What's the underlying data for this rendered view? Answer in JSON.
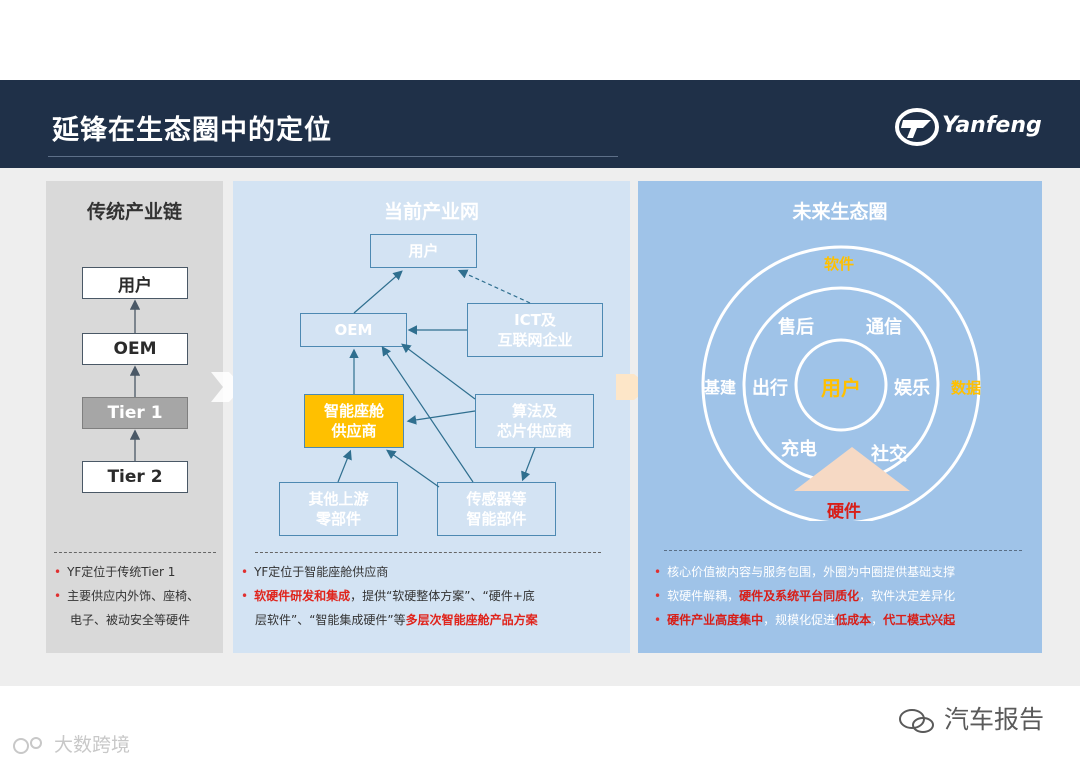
{
  "header": {
    "title": "延锋在生态圈中的定位",
    "logo_text": "Yanfeng"
  },
  "traditional": {
    "heading": "传统产业链",
    "chain": [
      "用户",
      "OEM",
      "Tier 1",
      "Tier 2"
    ],
    "bullets": [
      "YF定位于传统Tier 1",
      "主要供应内外饰、座椅、",
      "电子、被动安全等硬件"
    ]
  },
  "current": {
    "heading": "当前产业网",
    "nodes": {
      "user": "用户",
      "oem": "OEM",
      "ict_line1": "ICT及",
      "ict_line2": "互联网企业",
      "cockpit_line1": "智能座舱",
      "cockpit_line2": "供应商",
      "algo_line1": "算法及",
      "algo_line2": "芯片供应商",
      "upstream_line1": "其他上游",
      "upstream_line2": "零部件",
      "sensor_line1": "传感器等",
      "sensor_line2": "智能部件"
    },
    "bullet1": "YF定位于智能座舱供应商",
    "bullet2_red1": "软硬件研发和集成",
    "bullet2_text1": "，提供“软硬整体方案”、“硬件+底",
    "bullet2_text2": "层软件”、“智能集成硬件”等",
    "bullet2_red2": "多层次智能座舱产品方案"
  },
  "future": {
    "heading": "未来生态圈",
    "center": "用户",
    "inner_labels": [
      "售后",
      "通信",
      "出行",
      "娱乐",
      "充电",
      "社交"
    ],
    "outer_labels": {
      "top": "软件",
      "left": "基建",
      "right": "数据"
    },
    "hardware": "硬件",
    "bullet1": "核心价值被内容与服务包围，外圈为中圈提供基础支撑",
    "bullet2_text1": "软硬件解耦，",
    "bullet2_red": "硬件及系统平台同质化",
    "bullet2_text2": "，软件决定差异化",
    "bullet3_red1": "硬件产业高度集中",
    "bullet3_text1": "，规模化促进",
    "bullet3_red2": "低成本",
    "bullet3_text2": "，",
    "bullet3_red3": "代工模式兴起"
  },
  "watermarks": {
    "left": "大数跨境",
    "right": "汽车报告"
  },
  "colors": {
    "header_bg": "#1f3048",
    "highlight": "#ffc000",
    "red": "#e0241c",
    "gold": "#ffc000"
  }
}
